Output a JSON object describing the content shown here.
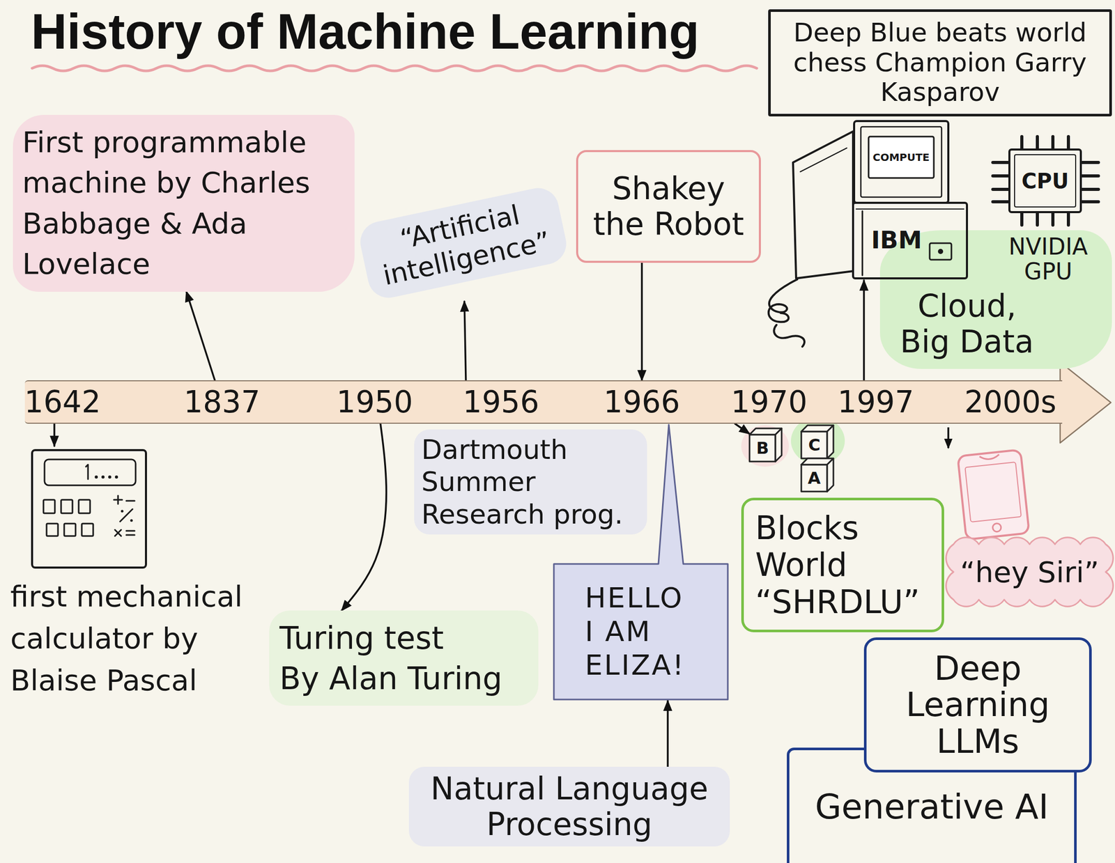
{
  "diagram": {
    "title": "History of Machine Learning",
    "nodes": [
      {
        "text": [
          "First programmable machine by Charles Babbage & Ada Lovelace"
        ]
      },
      {
        "text": [
          "“Artificial intelligence”"
        ]
      },
      {
        "text": [
          "Shakey the Robot"
        ]
      },
      {
        "text": [
          "Deep Blue beats world chess Champion Garry Kasparov"
        ]
      },
      {
        "text": [
          "COMPUTE",
          "IBM"
        ]
      },
      {
        "text": [
          "CPU"
        ]
      },
      {
        "text": [
          "NVIDIA GPU",
          "Cloud, Big Data"
        ]
      },
      {
        "text": [
          "1642",
          "1837",
          "1950",
          "1956",
          "1966",
          "1970",
          "1997",
          "2000s"
        ]
      },
      {
        "text": [
          "first mechanical calculator by Blaise Pascal"
        ]
      },
      {
        "text": [
          "Dartmouth Summer Research prog."
        ]
      },
      {
        "text": [
          "Turing test",
          "By Alan Turing"
        ]
      },
      {
        "text": [
          "HELLO I AM ELIZA!"
        ]
      },
      {
        "text": [
          "Natural Language Processing"
        ]
      },
      {
        "text": [
          "B"
        ]
      },
      {
        "text": [
          "C"
        ]
      },
      {
        "text": [
          "A"
        ]
      },
      {
        "text": [
          "Blocks World “SHRDLU”"
        ]
      },
      {
        "text": [
          "“hey Siri”"
        ]
      },
      {
        "text": [
          "Deep Learning",
          "LLMs"
        ]
      },
      {
        "text": [
          "Generative AI"
        ]
      }
    ],
    "edges": [
      {
        "from": 7,
        "to": 8,
        "arrow": "to"
      },
      {
        "from": 7,
        "to": 0,
        "arrow": "to"
      },
      {
        "from": 7,
        "to": 10,
        "arrow": "to"
      },
      {
        "from": 7,
        "to": 1,
        "arrow": "to"
      },
      {
        "from": 2,
        "to": 7,
        "arrow": "to"
      },
      {
        "from": 12,
        "to": 11,
        "arrow": "to"
      },
      {
        "from": 7,
        "to": 13,
        "arrow": "to"
      },
      {
        "from": 7,
        "to": 4,
        "arrow": "to"
      }
    ]
  }
}
